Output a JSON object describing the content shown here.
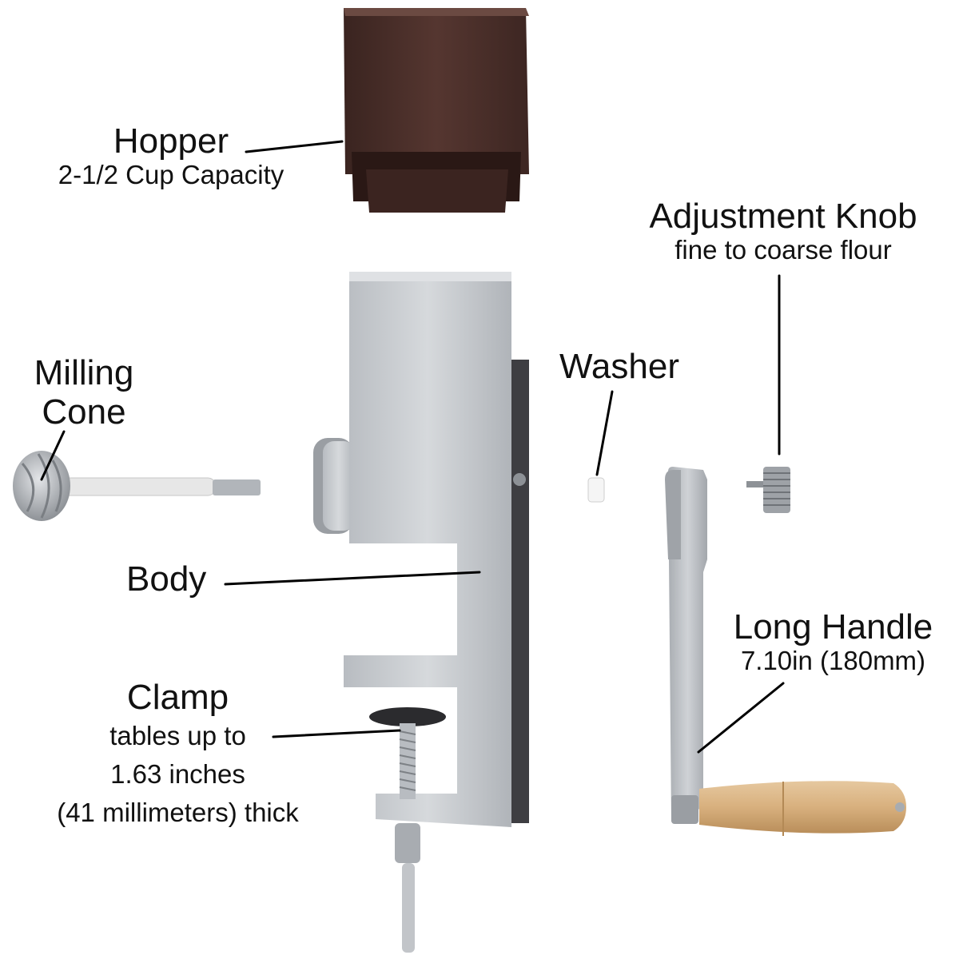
{
  "labels": {
    "hopper": {
      "title": "Hopper",
      "subtitle": "2-1/2 Cup Capacity"
    },
    "adjustment_knob": {
      "title": "Adjustment Knob",
      "subtitle": "fine to coarse flour"
    },
    "milling_cone": {
      "title_line1": "Milling",
      "title_line2": "Cone"
    },
    "washer": {
      "title": "Washer"
    },
    "body": {
      "title": "Body"
    },
    "long_handle": {
      "title": "Long Handle",
      "subtitle": "7.10in (180mm)"
    },
    "clamp": {
      "title": "Clamp",
      "line1": "tables up to",
      "line2": "1.63 inches",
      "line3": "(41 millimeters) thick"
    }
  },
  "colors": {
    "hopper": "#4a2e27",
    "metal": "#c9ccd0",
    "metal_dark": "#8d9196",
    "wood": "#d9b384",
    "leader": "#000000"
  }
}
